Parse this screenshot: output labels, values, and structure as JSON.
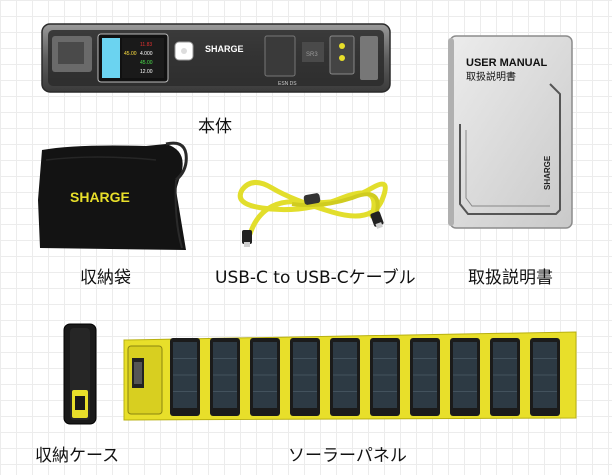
{
  "items": {
    "main_unit": {
      "caption": "本体",
      "brand": "SHARGE",
      "model": "ESN DS",
      "screen_readings": [
        "45.00",
        "4.000",
        "11.83",
        "45.00",
        "12.00"
      ]
    },
    "pouch": {
      "caption": "収納袋",
      "brand": "SHARGE"
    },
    "cable": {
      "caption": "USB-C to USB-Cケーブル"
    },
    "manual": {
      "caption": "取扱説明書",
      "title": "USER MANUAL",
      "subtitle": "取扱説明書",
      "brand": "SHARGE"
    },
    "case": {
      "caption": "収納ケース"
    },
    "solar_panel": {
      "caption": "ソーラーパネル",
      "cell_count": 10
    }
  },
  "colors": {
    "accent_yellow": "#e8df2a",
    "panel_dark": "#1b1b1b",
    "cell_blue": "#2d3a44"
  }
}
